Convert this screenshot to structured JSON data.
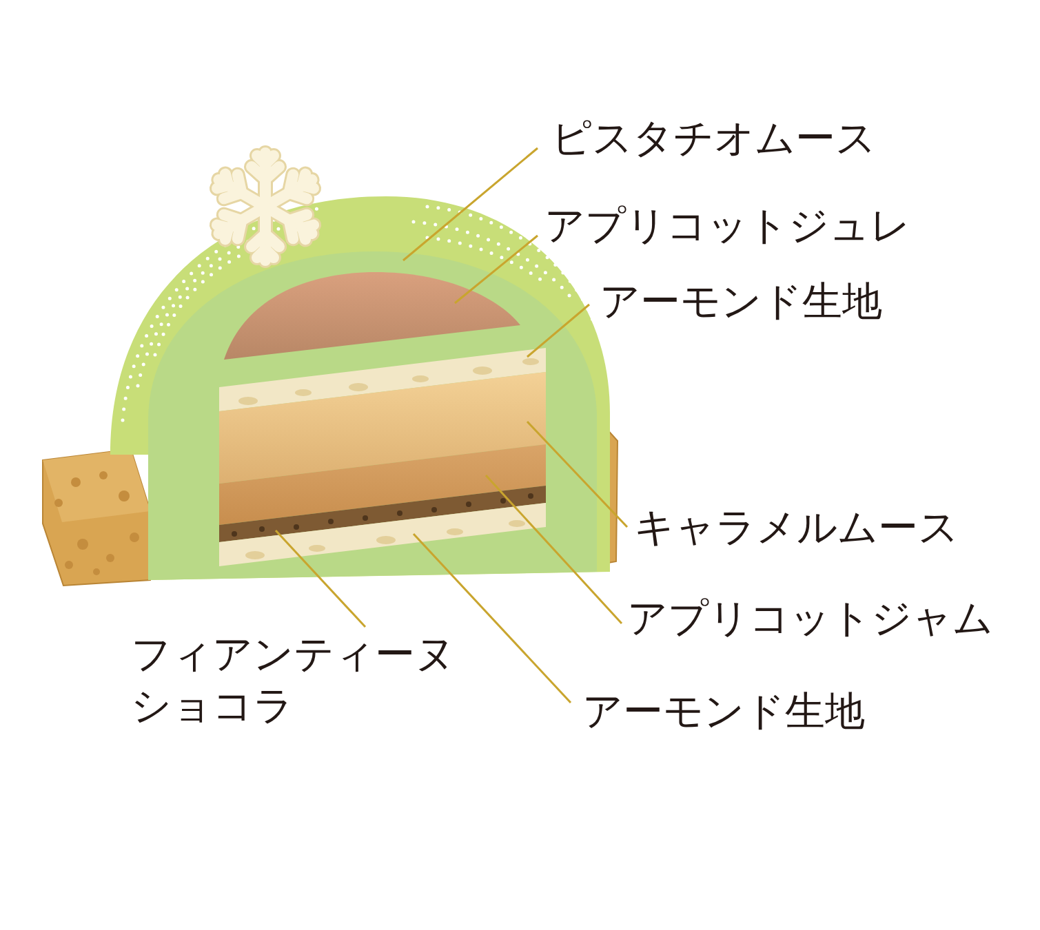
{
  "diagram": {
    "labels": [
      "ピスタチオムース",
      "アプリコットジュレ",
      "アーモンド生地",
      "キャラメルムース",
      "アプリコットジャム",
      "フィアンティーヌ ショコラ",
      "アーモンド生地"
    ]
  }
}
